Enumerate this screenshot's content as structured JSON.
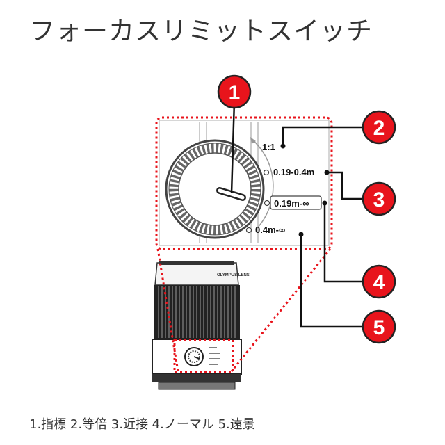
{
  "title": "フォーカスリミットスイッチ",
  "caption": "1.指標 2.等倍 3.近接 4.ノーマル 5.遠景",
  "switch_positions": [
    "1:1",
    "0.19-0.4m",
    "0.19m-∞",
    "0.4m-∞"
  ],
  "lens_brand_text": "OLYMPUS LENS",
  "callouts": [
    "1",
    "2",
    "3",
    "4",
    "5"
  ],
  "colors": {
    "callout_red": "#e8141c",
    "dotted_frame": "#e8141c",
    "text": "#333333"
  }
}
